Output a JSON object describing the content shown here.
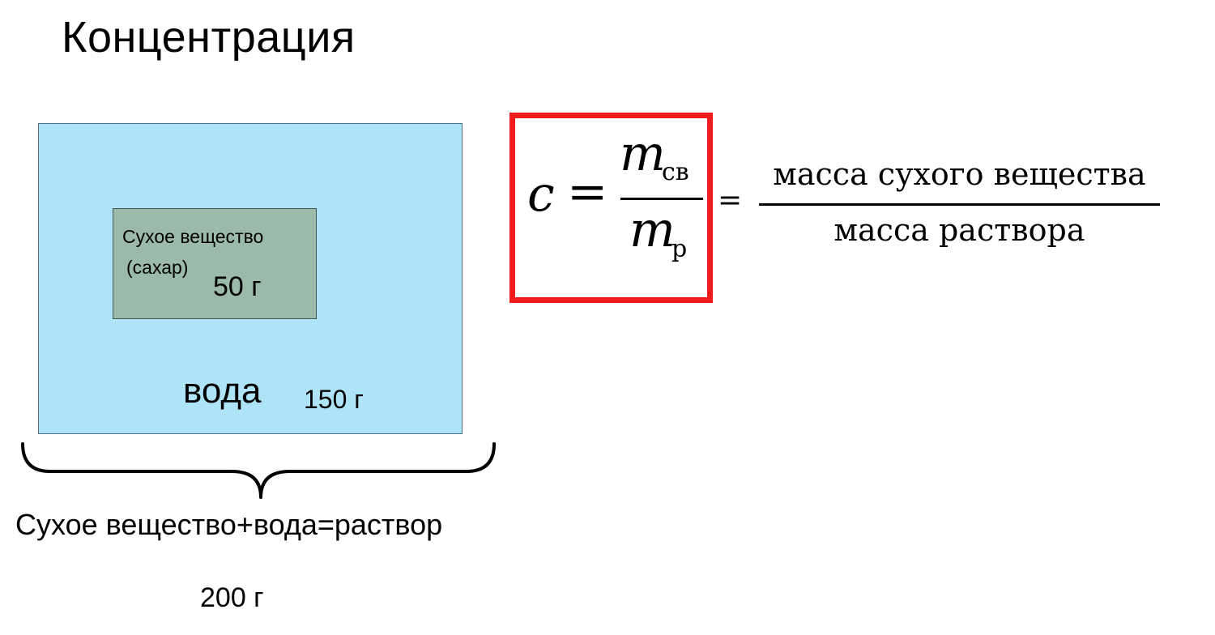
{
  "title": "Концентрация",
  "diagram": {
    "solute_label_line1": "Сухое вещество",
    "solute_label_line2": "(сахар)",
    "solute_mass": "50 г",
    "water_label": "вода",
    "water_mass": "150 г",
    "solution_equation": "Сухое вещество+вода=раствор",
    "solution_mass": "200 г"
  },
  "formula": {
    "variable": "c",
    "equals": "=",
    "numerator_symbol": "m",
    "numerator_subscript": "св",
    "denominator_symbol": "m",
    "denominator_subscript": "р",
    "equals_2": "=",
    "word_numerator": "масса сухого вещества",
    "word_denominator": "масса раствора"
  },
  "colors": {
    "water": "#aee3f8",
    "solute": "#9bbaa9",
    "highlight_frame": "#ee1c1c"
  }
}
